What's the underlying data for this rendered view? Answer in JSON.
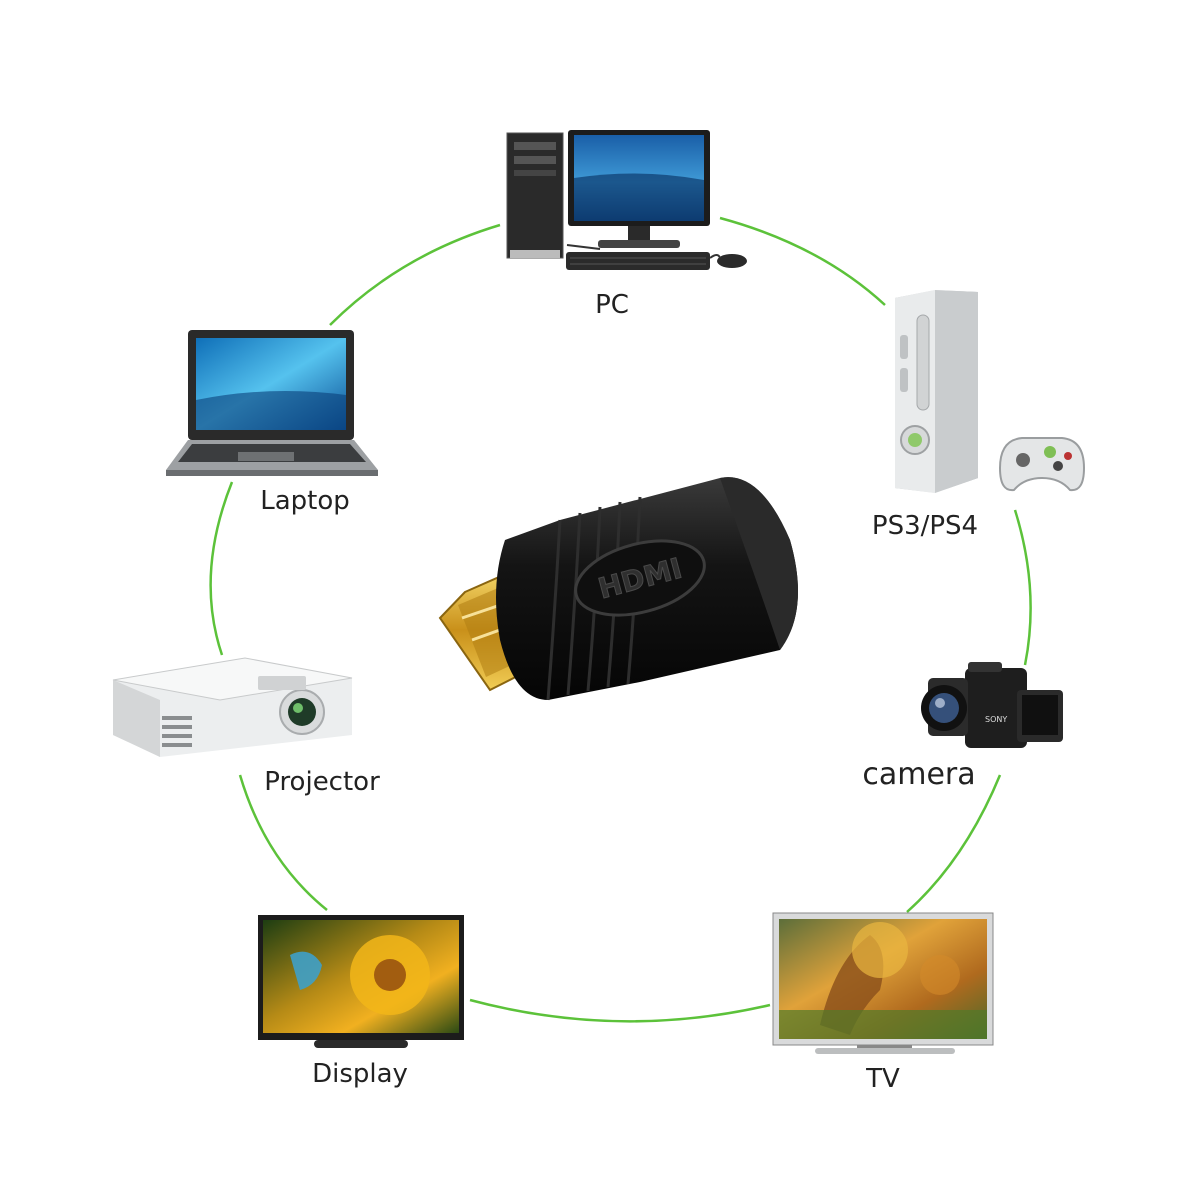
{
  "devices": {
    "pc": "PC",
    "ps": "PS3/PS4",
    "camera": "camera",
    "tv": "TV",
    "display": "Display",
    "projector": "Projector",
    "laptop": "Laptop"
  },
  "adapter": {
    "embossed_text": "HDMI"
  },
  "colors": {
    "ring": "#5cc23a",
    "adapter_body": "#151515",
    "gold": "#d9a820"
  }
}
